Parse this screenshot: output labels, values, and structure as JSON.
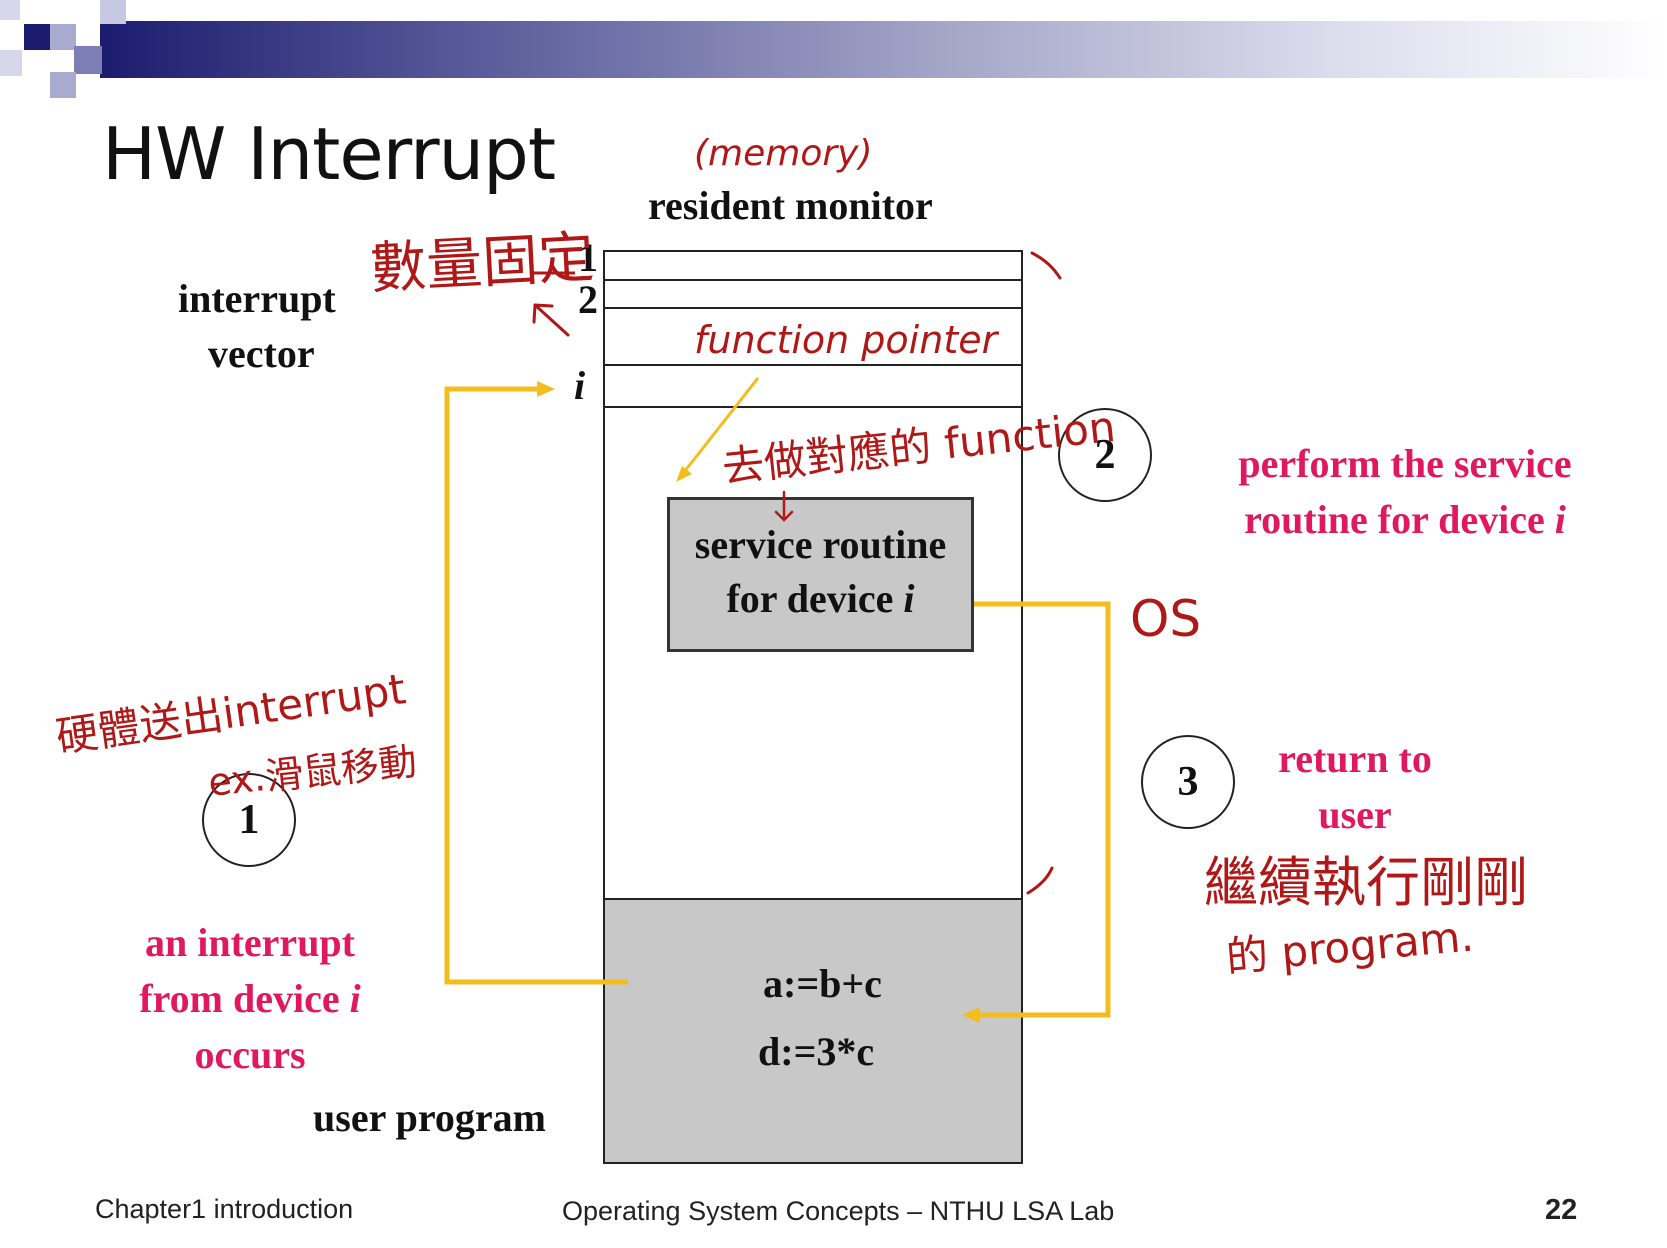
{
  "title": "HW Interrupt",
  "diagram": {
    "resident_monitor_label": "resident monitor",
    "interrupt_vector_label": [
      "interrupt",
      "vector"
    ],
    "vector_indices": [
      "1",
      "2",
      "i"
    ],
    "service_routine_lines": [
      "service routine",
      "for device i"
    ],
    "user_program_label": "user program",
    "code_lines": [
      "a:=b+c",
      "d:=3*c"
    ],
    "steps": [
      {
        "number": "1",
        "caption": [
          "an interrupt",
          "from device i",
          "occurs"
        ]
      },
      {
        "number": "2",
        "caption": [
          "perform the service",
          "routine for device i"
        ]
      },
      {
        "number": "3",
        "caption": [
          "return to",
          "user"
        ]
      }
    ],
    "colors": {
      "caption": "#e0195f",
      "arrow": "#f2bd1d",
      "handwriting": "#b01818",
      "block_fill": "#c8c8c8"
    }
  },
  "handwritten_notes": {
    "memory": "(memory)",
    "fixed_count": "數量固定",
    "function_pointer": "function pointer",
    "do_function": "去做對應的 function",
    "os": "OS",
    "hw_interrupt": "硬體送出interrupt",
    "mouse_example": "ex.滑鼠移動",
    "continue": "繼續執行剛剛",
    "program": "的 program."
  },
  "footer": {
    "left": "Chapter1 introduction",
    "center": "Operating System Concepts – NTHU LSA Lab",
    "page": "22"
  }
}
